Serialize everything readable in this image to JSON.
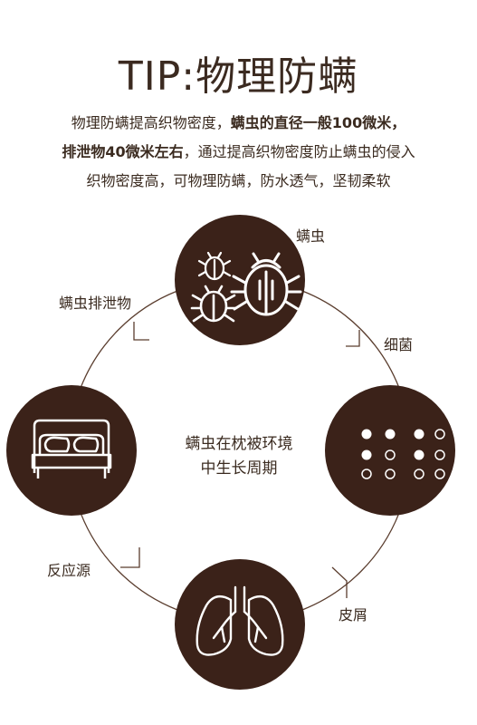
{
  "header": {
    "title": "TIP:物理防螨",
    "line1": {
      "a": "物理防螨提高织物密度，",
      "b": "螨虫的直径一般100微米，"
    },
    "line2": {
      "a": "排泄物40微米左右",
      "b": "，通过提高织物密度防止螨虫的侵入"
    },
    "line3": "织物密度高，可物理防螨，防水透气，坚韧柔软"
  },
  "cycle": {
    "center_line1": "螨虫在枕被环境",
    "center_line2": "中生长周期",
    "labels": {
      "mite": "螨虫",
      "bacteria": "细菌",
      "dander": "皮屑",
      "allergen": "反应源",
      "excrement": "螨虫排泄物"
    }
  },
  "colors": {
    "accent": "#3b2219",
    "line": "#5a3d2e",
    "icon": "#ffffff"
  }
}
